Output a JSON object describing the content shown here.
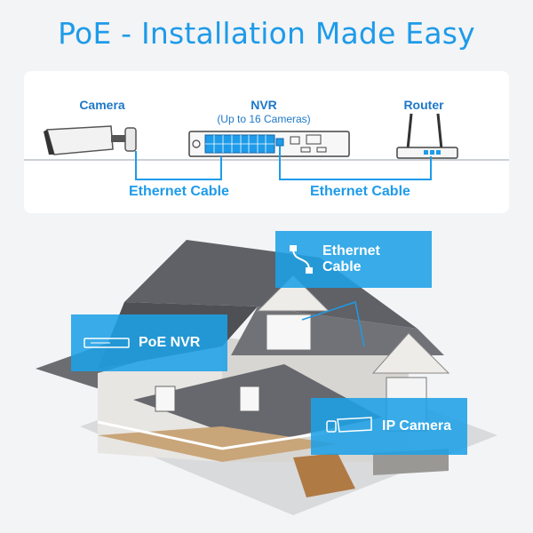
{
  "title": "PoE - Installation Made Easy",
  "diagram": {
    "camera_label": "Camera",
    "nvr_label": "NVR",
    "nvr_sub": "(Up to 16 Cameras)",
    "router_label": "Router",
    "cable_left": "Ethernet Cable",
    "cable_right": "Ethernet Cable"
  },
  "callouts": {
    "ethernet": "Ethernet Cable",
    "nvr": "PoE NVR",
    "camera": "IP Camera"
  },
  "colors": {
    "accent": "#1e9be9",
    "label_blue": "#1e78c8",
    "callout_bg": "#1ea0e6"
  },
  "icons": [
    "bullet-camera-icon",
    "nvr-device-icon",
    "router-icon",
    "ethernet-cable-icon",
    "house-illustration"
  ]
}
